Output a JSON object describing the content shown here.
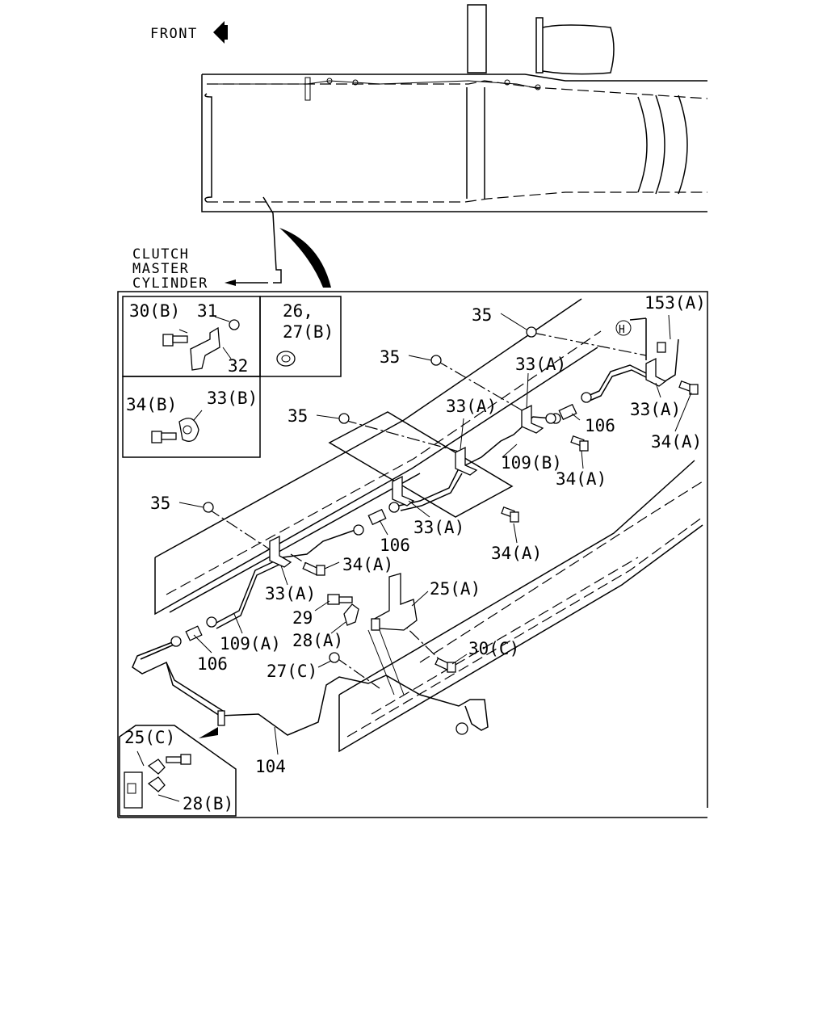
{
  "header": {
    "front_label": "FRONT",
    "clutch_label_line1": "CLUTCH",
    "clutch_label_line2": "MASTER",
    "clutch_label_line3": "CYLINDER"
  },
  "inset_boxes": {
    "box1": {
      "label_30b": "30(B)",
      "label_31": "31",
      "label_32": "32"
    },
    "box2": {
      "label_26": "26,",
      "label_27b": "27(B)"
    },
    "box3": {
      "label_34b": "34(B)",
      "label_33b": "33(B)"
    },
    "box4": {
      "label_25c": "25(C)",
      "label_28b": "28(B)"
    }
  },
  "callouts": {
    "c35_a": "35",
    "c35_b": "35",
    "c35_c": "35",
    "c35_d": "35",
    "c153a": "153(A)",
    "cH": "H",
    "c33a_1": "33(A)",
    "c33a_2": "33(A)",
    "c33a_3": "33(A)",
    "c33a_4": "33(A)",
    "c33a_5": "33(A)",
    "c106_1": "106",
    "c106_2": "106",
    "c106_3": "106",
    "c34a_1": "34(A)",
    "c34a_2": "34(A)",
    "c34a_3": "34(A)",
    "c34a_4": "34(A)",
    "c109b": "109(B)",
    "c109a": "109(A)",
    "c25a": "25(A)",
    "c29": "29",
    "c28a": "28(A)",
    "c30c": "30(C)",
    "c27c": "27(C)",
    "c104": "104"
  }
}
